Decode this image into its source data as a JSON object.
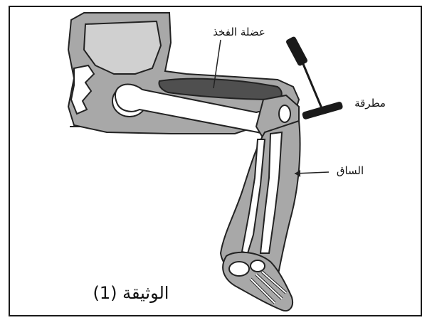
{
  "labels": {
    "thigh_muscle": "عضلة الفخذ",
    "hammer": "مطرقة",
    "leg": "الساق"
  },
  "caption": "الوثيقة (1)",
  "colors": {
    "border": "#1a1a1a",
    "flesh": "#9e9e9e",
    "flesh_light": "#bdbdbd",
    "muscle": "#555555",
    "bone": "#ffffff",
    "outline": "#222222",
    "hammer": "#1a1a1a"
  }
}
